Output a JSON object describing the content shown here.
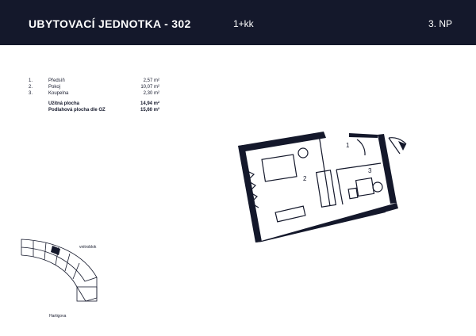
{
  "header": {
    "title": "UBYTOVACÍ JEDNOTKA - 302",
    "unit_type": "1+kk",
    "floor": "3. NP"
  },
  "rooms": [
    {
      "number": "1.",
      "name": "Předsíň",
      "area": "2,57 m²"
    },
    {
      "number": "2.",
      "name": "Pokoj",
      "area": "10,07 m²"
    },
    {
      "number": "3.",
      "name": "Koupelna",
      "area": "2,30 m²"
    }
  ],
  "totals": [
    {
      "label": "Užitná plocha",
      "area": "14,94 m²"
    },
    {
      "label": "Podlahová plocha dle OZ",
      "area": "15,60 m²"
    }
  ],
  "plan": {
    "room_labels": [
      "1",
      "2",
      "3"
    ]
  },
  "site_map": {
    "labels": {
      "courtyard": "vnitroblok",
      "street": "Hartigova"
    }
  },
  "colors": {
    "navy": "#14182b",
    "background": "#ffffff"
  }
}
